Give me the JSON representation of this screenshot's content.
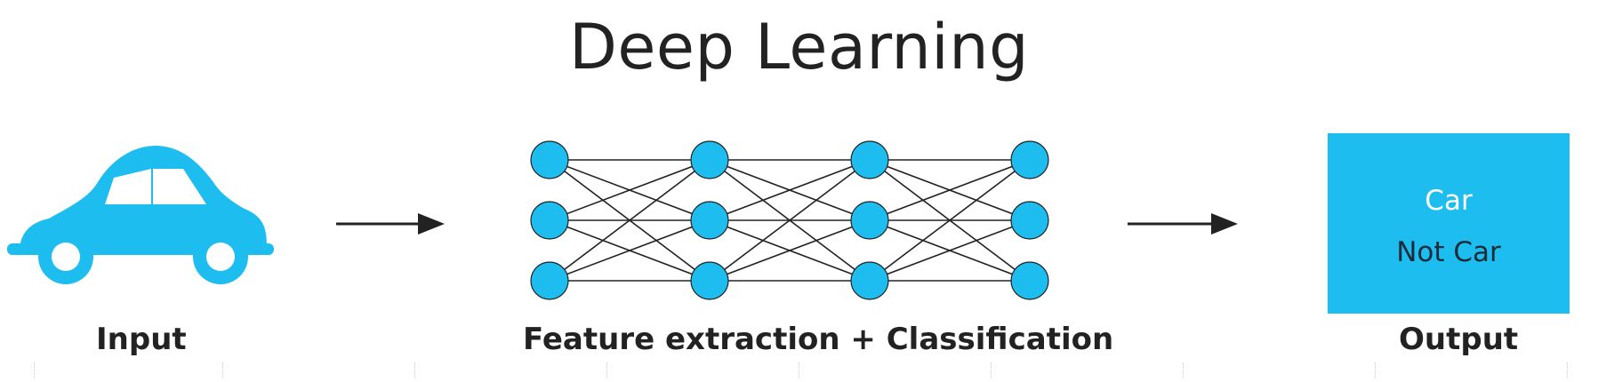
{
  "title": "Deep Learning",
  "labels": {
    "input": "Input",
    "middle": "Feature extraction + Classification",
    "output": "Output"
  },
  "output_box": {
    "items": [
      "Car",
      "Not Car"
    ],
    "color": "#1dbdf0"
  },
  "network": {
    "layers": 4,
    "nodes_per_layer": 3,
    "node_color": "#1dbdf0",
    "edge_color": "#222222"
  },
  "icons": {
    "input": "car-icon",
    "arrows": "arrow-right-icon"
  }
}
